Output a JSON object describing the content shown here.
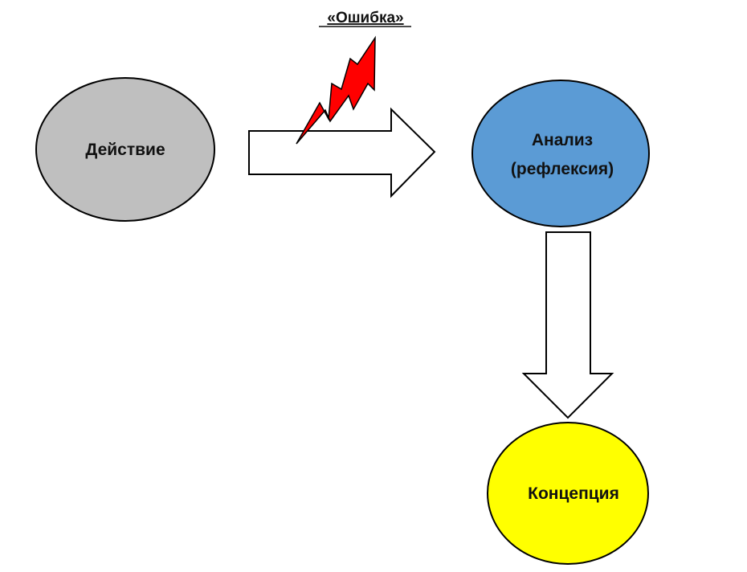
{
  "error_label": "«Ошибка»",
  "nodes": {
    "action": {
      "label": "Действие",
      "color": "#BFBFBF"
    },
    "analysis": {
      "label_line1": "Анализ",
      "label_line2": "(рефлексия)",
      "color": "#5B9BD5"
    },
    "concept": {
      "label": "Концепция",
      "color": "#FFFF00"
    }
  },
  "colors": {
    "outline": "#000000",
    "arrow_fill": "#FFFFFF",
    "lightning": "#FF0000"
  }
}
